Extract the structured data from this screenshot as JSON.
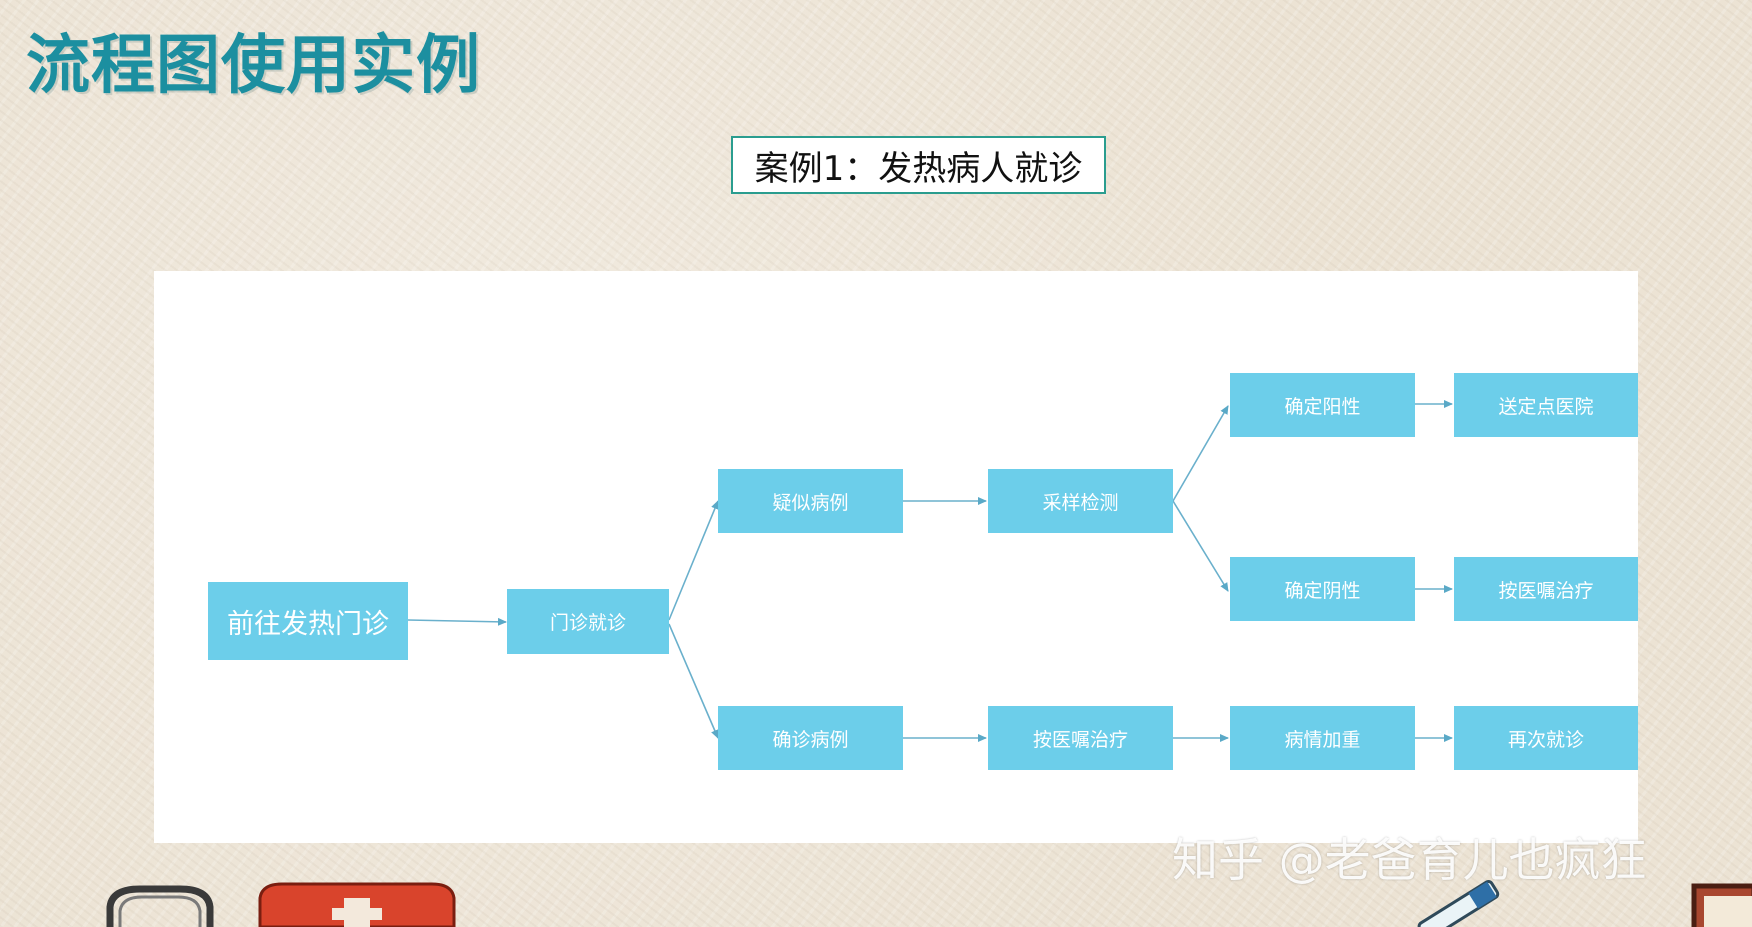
{
  "page_title": "流程图使用实例",
  "case_title": "案例1：发热病人就诊",
  "watermark": "知乎 @老爸育儿也疯狂",
  "node_color": "#6cceea",
  "title_color": "#1c8fa0",
  "nodes": {
    "go_fever_clinic": "前往发热门诊",
    "outpatient": "门诊就诊",
    "suspected": "疑似病例",
    "sampling": "采样检测",
    "positive": "确定阳性",
    "to_hospital": "送定点医院",
    "negative": "确定阴性",
    "treat_by_advice_1": "按医嘱治疗",
    "confirmed": "确诊病例",
    "treat_by_advice_2": "按医嘱治疗",
    "worsening": "病情加重",
    "revisit": "再次就诊"
  }
}
